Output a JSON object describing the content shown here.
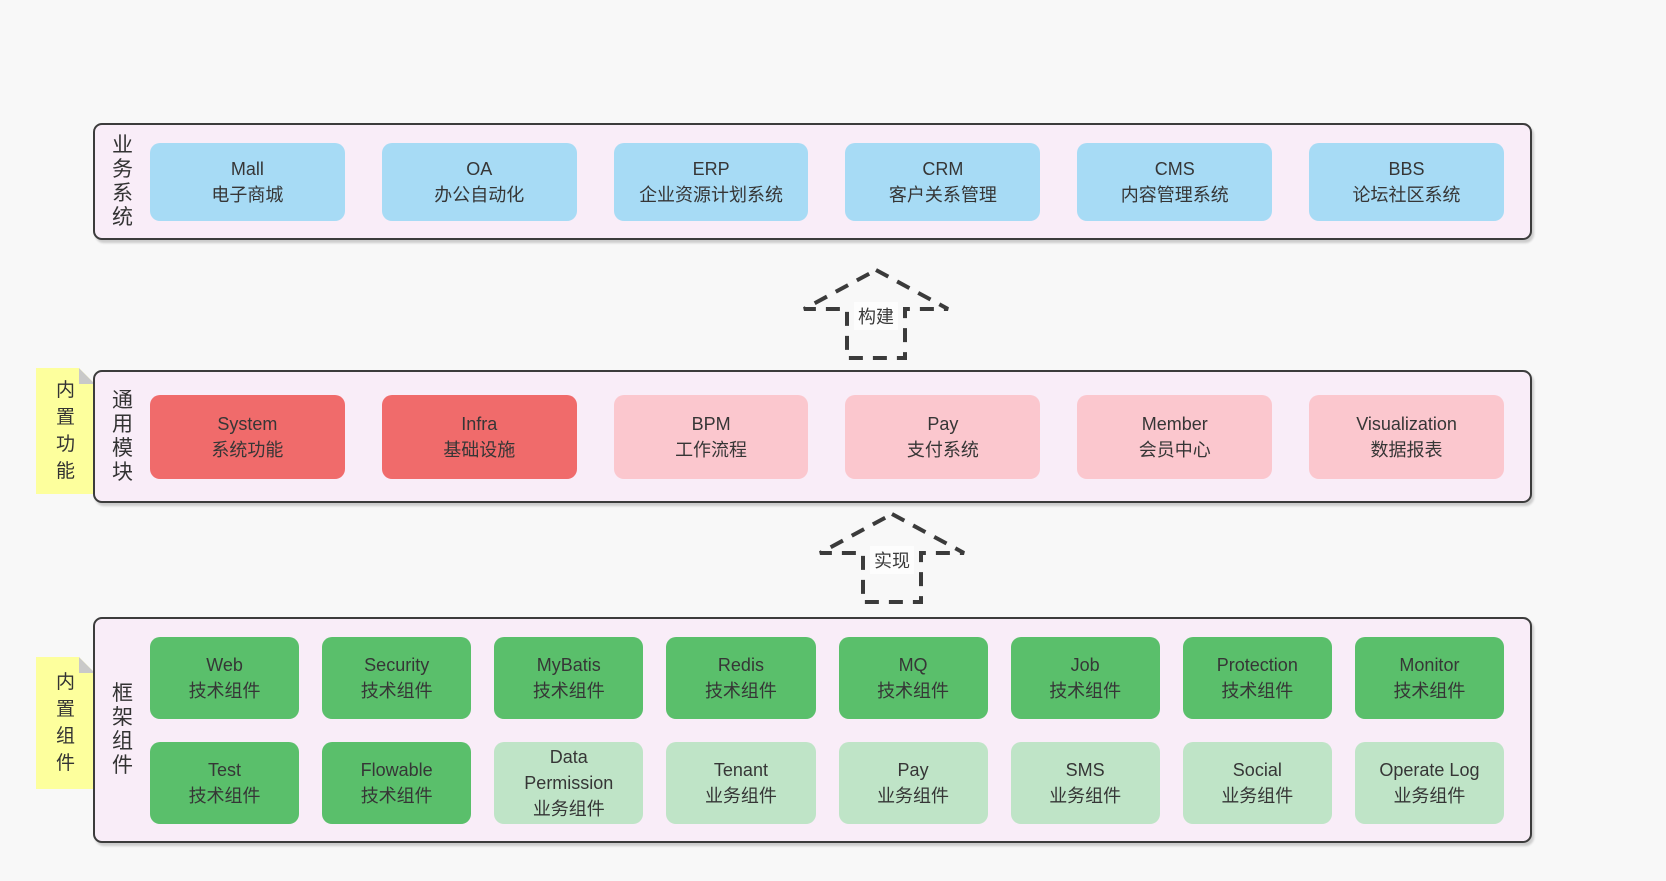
{
  "colors": {
    "page_bg": "#f8f8f8",
    "container_bg": "#f9edf8",
    "container_border": "#3c3c3c",
    "blue_box": "#a7dbf5",
    "red_box": "#f06b6b",
    "pink_box": "#fbc7ce",
    "green_box": "#5abf6b",
    "green_light_box": "#bfe4c7",
    "sticky_yellow": "#fdff9d",
    "sticky_fold_gray": "#c9c9c9",
    "text": "#363636"
  },
  "layers": [
    {
      "id": "business",
      "v_label": "业务系统",
      "boxes": [
        {
          "en": "Mall",
          "zh": "电子商城",
          "type": "blue"
        },
        {
          "en": "OA",
          "zh": "办公自动化",
          "type": "blue"
        },
        {
          "en": "ERP",
          "zh": "企业资源计划系统",
          "type": "blue"
        },
        {
          "en": "CRM",
          "zh": "客户关系管理",
          "type": "blue"
        },
        {
          "en": "CMS",
          "zh": "内容管理系统",
          "type": "blue"
        },
        {
          "en": "BBS",
          "zh": "论坛社区系统",
          "type": "blue"
        }
      ]
    },
    {
      "id": "modules",
      "v_label": "通用模块",
      "sticky": "内置功能",
      "boxes": [
        {
          "en": "System",
          "zh": "系统功能",
          "type": "red"
        },
        {
          "en": "Infra",
          "zh": "基础设施",
          "type": "red"
        },
        {
          "en": "BPM",
          "zh": "工作流程",
          "type": "pink"
        },
        {
          "en": "Pay",
          "zh": "支付系统",
          "type": "pink"
        },
        {
          "en": "Member",
          "zh": "会员中心",
          "type": "pink"
        },
        {
          "en": "Visualization",
          "zh": "数据报表",
          "type": "pink"
        }
      ]
    },
    {
      "id": "components",
      "v_label": "框架组件",
      "sticky": "内置组件",
      "row1": [
        {
          "en": "Web",
          "zh": "技术组件",
          "type": "green"
        },
        {
          "en": "Security",
          "zh": "技术组件",
          "type": "green"
        },
        {
          "en": "MyBatis",
          "zh": "技术组件",
          "type": "green"
        },
        {
          "en": "Redis",
          "zh": "技术组件",
          "type": "green"
        },
        {
          "en": "MQ",
          "zh": "技术组件",
          "type": "green"
        },
        {
          "en": "Job",
          "zh": "技术组件",
          "type": "green"
        },
        {
          "en": "Protection",
          "zh": "技术组件",
          "type": "green"
        },
        {
          "en": "Monitor",
          "zh": "技术组件",
          "type": "green"
        }
      ],
      "row2": [
        {
          "en": "Test",
          "zh": "技术组件",
          "type": "green"
        },
        {
          "en": "Flowable",
          "zh": "技术组件",
          "type": "green"
        },
        {
          "en": "Data Permission",
          "zh": "业务组件",
          "type": "green-light"
        },
        {
          "en": "Tenant",
          "zh": "业务组件",
          "type": "green-light"
        },
        {
          "en": "Pay",
          "zh": "业务组件",
          "type": "green-light"
        },
        {
          "en": "SMS",
          "zh": "业务组件",
          "type": "green-light"
        },
        {
          "en": "Social",
          "zh": "业务组件",
          "type": "green-light"
        },
        {
          "en": "Operate Log",
          "zh": "业务组件",
          "type": "green-light"
        }
      ]
    }
  ],
  "arrows": [
    {
      "label": "构建"
    },
    {
      "label": "实现"
    }
  ]
}
